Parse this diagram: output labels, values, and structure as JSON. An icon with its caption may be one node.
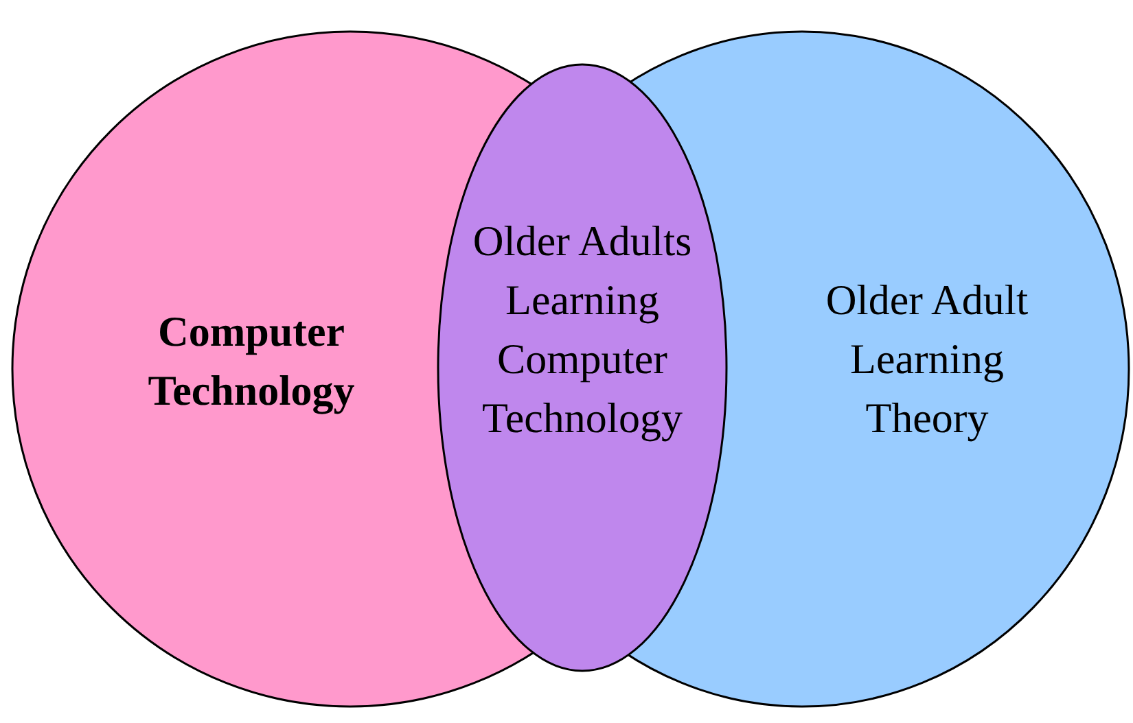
{
  "diagram": {
    "nodes": [
      {
        "text": [
          "Computer Technology"
        ]
      },
      {
        "text": [
          "Older Adults Learning Computer Technology"
        ]
      },
      {
        "text": [
          "Older Adult Learning Theory"
        ]
      }
    ]
  }
}
